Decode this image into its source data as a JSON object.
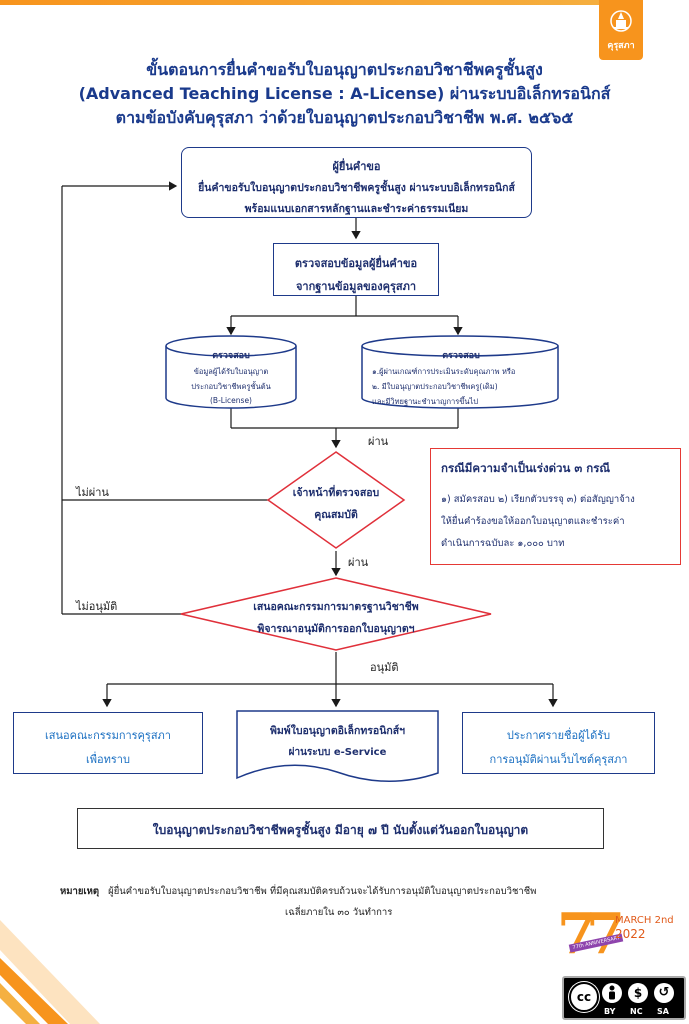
{
  "header": {
    "logo_label": "คุรุสภา",
    "accent_color": "#f7941d"
  },
  "title": {
    "line1": "ขั้นตอนการยื่นคำขอรับใบอนุญาตประกอบวิชาชีพครูชั้นสูง",
    "line2": "(Advanced Teaching License : A-License)  ผ่านระบบอิเล็กทรอนิกส์",
    "line3": "ตามข้อบังคับคุรุสภา ว่าด้วยใบอนุญาตประกอบวิชาชีพ พ.ศ. ๒๕๖๕"
  },
  "flow": {
    "applicant": {
      "heading": "ผู้ยื่นคำขอ",
      "line1": "ยื่นคำขอรับใบอนุญาตประกอบวิชาชีพครูชั้นสูง ผ่านระบบอิเล็กทรอนิกส์",
      "line2": "พร้อมแนบเอกสารหลักฐานและชำระค่าธรรมเนียม"
    },
    "verify_data": {
      "line1": "ตรวจสอบข้อมูลผู้ยื่นคำขอ",
      "line2": "จากฐานข้อมูลของคุรุสภา"
    },
    "check_left": {
      "heading": "ตรวจสอบ",
      "line1": "ข้อมูลผู้ได้รับใบอนุญาต",
      "line2": "ประกอบวิชาชีพครูชั้นต้น",
      "line3": "(B-License)"
    },
    "check_right": {
      "heading": "ตรวจสอบ",
      "line1": "๑.ผู้ผ่านเกณฑ์การประเมินระดับคุณภาพ  หรือ",
      "line2": "๒. มีใบอนุญาตประกอบวิชาชีพครู(เดิม)",
      "line3": "และมีวิทยฐานะชำนาญการขึ้นไป"
    },
    "pass_label_1": "ผ่าน",
    "officer_decision": {
      "line1": "เจ้าหน้าที่ตรวจสอบ",
      "line2": "คุณสมบัติ"
    },
    "fail_label": "ไม่ผ่าน",
    "pass_label_2": "ผ่าน",
    "committee_decision": {
      "line1": "เสนอคณะกรรมการมาตรฐานวิชาชีพ",
      "line2": "พิจารณาอนุมัติการออกใบอนุญาตฯ"
    },
    "not_approved_label": "ไม่อนุมัติ",
    "approved_label": "อนุมัติ",
    "out_left": {
      "line1": "เสนอคณะกรรมการคุรุสภา",
      "line2": "เพื่อทราบ"
    },
    "out_center": {
      "line1": "พิมพ์ใบอนุญาตอิเล็กทรอนิกส์ฯ",
      "line2": "ผ่านระบบ e-Service"
    },
    "out_right": {
      "line1": "ประกาศรายชื่อผู้ได้รับ",
      "line2": "การอนุมัติผ่านเว็บไซต์คุรุสภา"
    }
  },
  "urgent_box": {
    "title": "กรณีมีความจำเป็นเร่งด่วน ๓ กรณี",
    "line1": "๑) สมัครสอบ ๒) เรียกตัวบรรจุ ๓) ต่อสัญญาจ้าง",
    "line2": "ให้ยื่นคำร้องขอให้ออกใบอนุญาตและชำระค่า",
    "line3": "ดำเนินการฉบับละ ๑,๐๐๐ บาท",
    "border_color": "#e53935"
  },
  "validity": "ใบอนุญาตประกอบวิชาชีพครูชั้นสูง มีอายุ ๗ ปี นับตั้งแต่วันออกใบอนุญาต",
  "note": {
    "label": "หมายเหตุ",
    "line1": "ผู้ยื่นคำขอรับใบอนุญาตประกอบวิชาชีพ ที่มีคุณสมบัติครบถ้วนจะได้รับการอนุมัติใบอนุญาตประกอบวิชาชีพ",
    "line2": "เฉลี่ยภายใน ๓๐ วันทำการ"
  },
  "anniversary": {
    "number": "77",
    "ribbon": "77th ANNIVERSARY",
    "date": "MARCH 2nd",
    "year": "2022"
  },
  "license_badge": {
    "cc": "cc",
    "by": "BY",
    "nc": "NC",
    "sa": "SA"
  },
  "colors": {
    "navy": "#1e2f6e",
    "link_blue": "#1a6fc2",
    "diamond_red": "#e0303a",
    "orange": "#f7941d"
  }
}
